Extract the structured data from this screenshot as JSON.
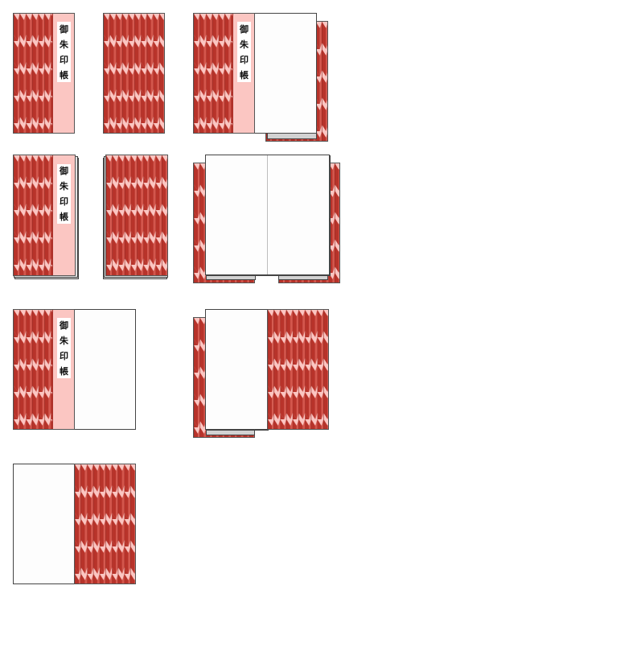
{
  "title_chars": [
    "御",
    "朱",
    "印",
    "帳"
  ],
  "colors": {
    "pattern_dark": "#b8332a",
    "pattern_light": "#fbc6c2",
    "page": "#fdfdfd",
    "shadow": "#d2d2d2",
    "outline": "#444444"
  },
  "figures": [
    {
      "label": "front-cover"
    },
    {
      "label": "back-cover"
    },
    {
      "label": "cover-opening"
    },
    {
      "label": "closed-book-front-stack"
    },
    {
      "label": "closed-book-back-stack"
    },
    {
      "label": "open-spread"
    },
    {
      "label": "cover-with-first-page"
    },
    {
      "label": "last-page-with-back-cover-stack"
    },
    {
      "label": "last-page-with-back-cover"
    }
  ]
}
